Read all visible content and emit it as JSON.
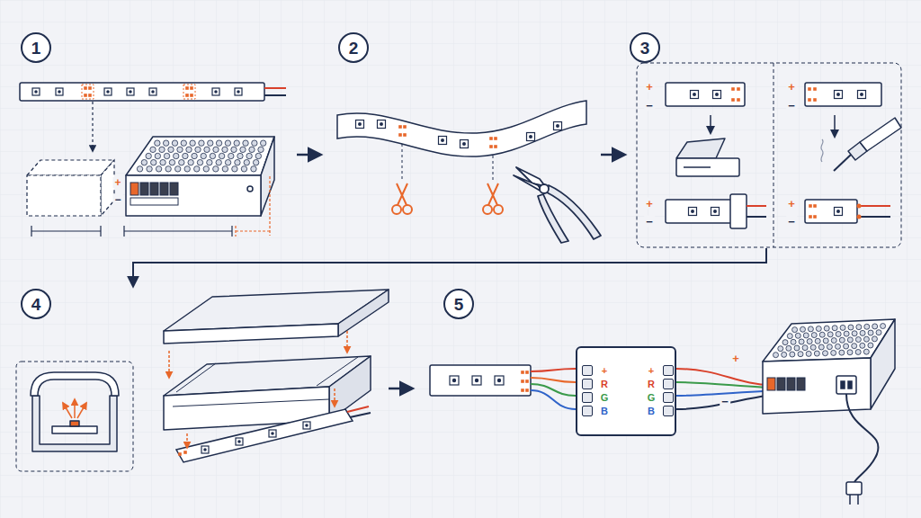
{
  "diagram": {
    "nodes": [
      {
        "text": [
          "1"
        ]
      },
      {
        "text": [
          "2"
        ]
      },
      {
        "text": [
          "3"
        ]
      },
      {
        "text": [
          "4"
        ]
      },
      {
        "text": [
          "5"
        ]
      },
      {
        "text": [
          "+",
          "R",
          "G",
          "B",
          "+",
          "R",
          "G",
          "B"
        ]
      }
    ],
    "labels": [
      "+",
      "−",
      "+",
      "−",
      "+",
      "−",
      "+",
      "−",
      "+",
      "−",
      "+",
      "−"
    ]
  }
}
